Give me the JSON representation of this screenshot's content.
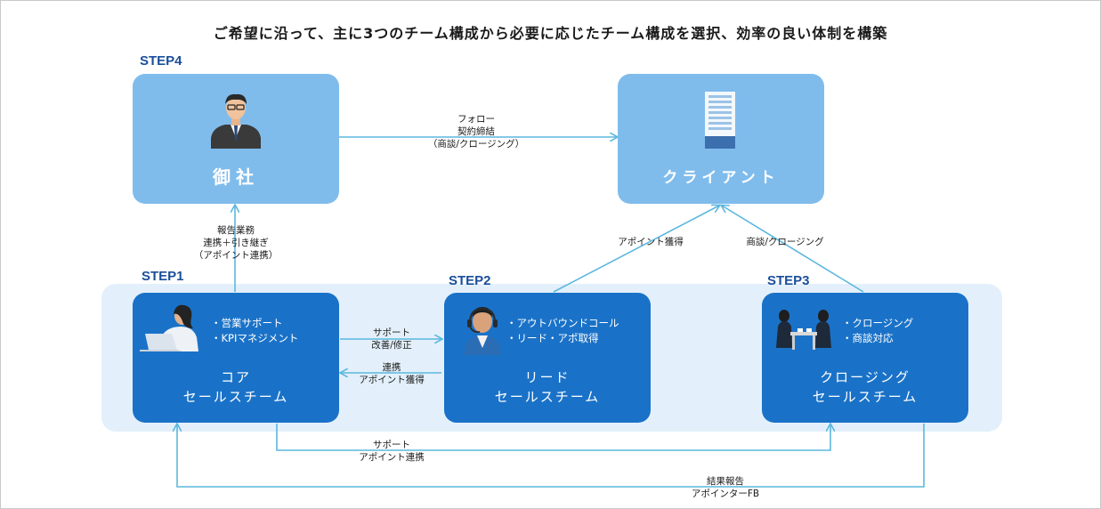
{
  "title": "ご希望に沿って、主に3つのチーム構成から必要に応じたチーム構成を選択、効率の良い体制を構築",
  "colors": {
    "light_box": "#7fbcec",
    "dark_box": "#1a72c8",
    "band": "#e3f0fb",
    "arrow": "#5bb7de",
    "step_text": "#1a4f9a"
  },
  "nodes": {
    "company": {
      "step": "STEP4",
      "label": "御社",
      "icon": "businessman-icon"
    },
    "client": {
      "label": "クライアント",
      "icon": "building-icon"
    },
    "core": {
      "step": "STEP1",
      "name_line1": "コア",
      "name_line2": "セールスチーム",
      "bullets": [
        "・営業サポート",
        "・KPIマネジメント"
      ],
      "icon": "woman-laptop-icon"
    },
    "lead": {
      "step": "STEP2",
      "name_line1": "リード",
      "name_line2": "セールスチーム",
      "bullets": [
        "・アウトバウンドコール",
        "・リード・アポ取得"
      ],
      "icon": "headset-operator-icon"
    },
    "closing": {
      "step": "STEP3",
      "name_line1": "クロージング",
      "name_line2": "セールスチーム",
      "bullets": [
        "・クロージング",
        "・商談対応"
      ],
      "icon": "meeting-icon"
    }
  },
  "edges": {
    "company_to_client": [
      "フォロー",
      "契約締結",
      "（商談/クロージング）"
    ],
    "core_to_company": [
      "報告業務",
      "連携＋引き継ぎ",
      "（アポイント連携）"
    ],
    "lead_to_client": [
      "アポイント獲得"
    ],
    "closing_to_client": [
      "商談/クロージング"
    ],
    "core_to_lead": [
      "サポート",
      "改善/修正"
    ],
    "lead_to_core": [
      "連携",
      "アポイント獲得"
    ],
    "core_to_closing": [
      "サポート",
      "アポイント連携"
    ],
    "closing_to_core": [
      "結果報告",
      "アポインターFB"
    ]
  }
}
